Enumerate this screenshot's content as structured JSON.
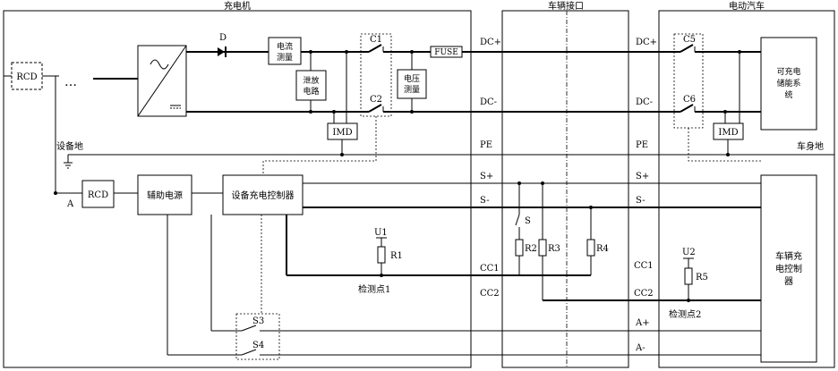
{
  "sections": {
    "charger": "充电机",
    "interface": "车辆接口",
    "vehicle": "电动汽车"
  },
  "components": {
    "rcd_left": "RCD",
    "ellipsis": "…",
    "diode": "D",
    "current_meas_1": "电流",
    "current_meas_2": "测量",
    "discharge_1": "泄放",
    "discharge_2": "电路",
    "voltage_meas_1": "电压",
    "voltage_meas_2": "测量",
    "c1": "C1",
    "c2": "C2",
    "c5": "C5",
    "c6": "C6",
    "fuse": "FUSE",
    "imd_left": "IMD",
    "imd_right": "IMD",
    "storage_1": "可充电",
    "storage_2": "储能系",
    "storage_3": "统",
    "equipment_ground": "设备地",
    "vehicle_ground": "车身地",
    "node_a": "A",
    "rcd_main": "RCD",
    "aux_power": "辅助电源",
    "charge_controller": "设备充电控制器",
    "u1": "U1",
    "r1": "R1",
    "detect_1": "检测点1",
    "switch_s": "S",
    "r2": "R2",
    "r3": "R3",
    "r4": "R4",
    "u2": "U2",
    "r5": "R5",
    "detect_2": "检测点2",
    "s3": "S3",
    "s4": "S4",
    "vcu_1": "车辆充",
    "vcu_2": "电控制",
    "vcu_3": "器"
  },
  "terminals_left": [
    "DC+",
    "DC-",
    "PE",
    "S+",
    "S-",
    "CC1",
    "CC2"
  ],
  "terminals_right": [
    "DC+",
    "DC-",
    "PE",
    "S+",
    "S-",
    "CC1",
    "CC2",
    "A+",
    "A-"
  ]
}
